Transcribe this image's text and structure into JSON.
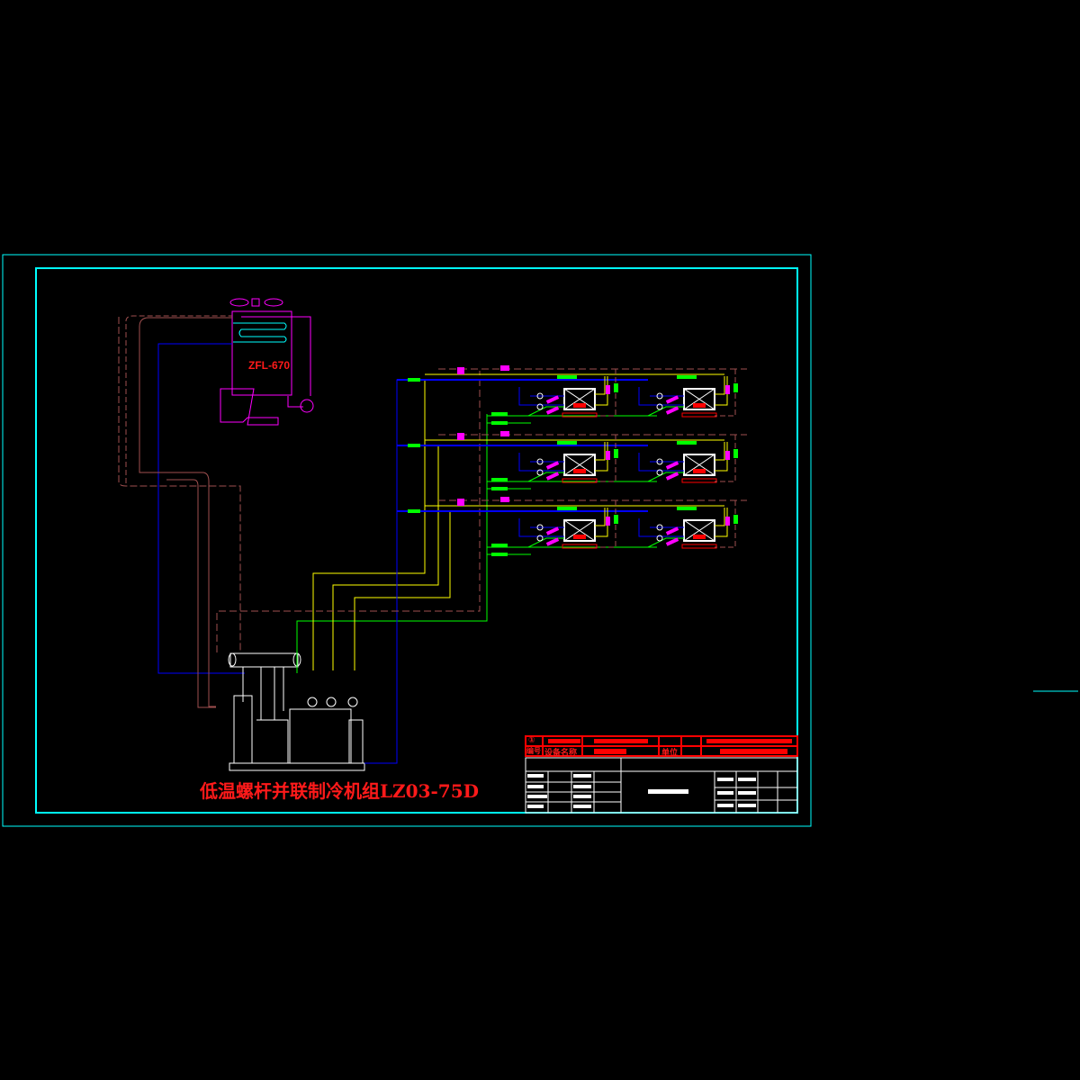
{
  "drawing": {
    "title": "低温螺杆并联制冷机组LZ03-75D",
    "condenser_label": "ZFL-670",
    "evaporator_rows": 3,
    "evaporators_per_row": 2
  },
  "title_block": {
    "item_no": "①",
    "header_no": "编号",
    "header_name": "设备名称",
    "header_unit": "单位"
  },
  "colors": {
    "frame": "#00ffff",
    "suction": "#0000ff",
    "liquid": "#00ff00",
    "hot_gas": "#ffff00",
    "return": "#a05050",
    "equipment": "#ff00ff",
    "text": "#ff0000"
  }
}
